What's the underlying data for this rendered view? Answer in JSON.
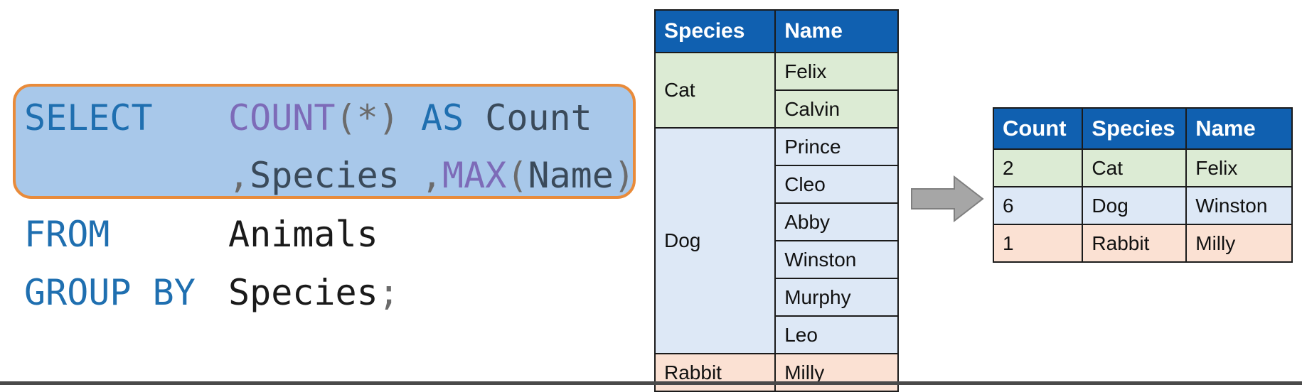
{
  "query": {
    "select_kw": "SELECT",
    "count_fn": "COUNT",
    "count_arg": "(*)",
    "as_kw": "AS",
    "count_alias": "Count",
    "comma1": ",",
    "species_col": "Species",
    "comma2": ",",
    "max_fn": "MAX",
    "max_open": "(",
    "max_arg": "Name",
    "max_close": ")",
    "from_kw": "FROM",
    "table_name": "Animals",
    "group_by_kw": "GROUP BY",
    "group_col": "Species",
    "semicolon": ";"
  },
  "source_table": {
    "headers": [
      "Species",
      "Name"
    ],
    "groups": [
      {
        "species": "Cat",
        "names": [
          "Felix",
          "Calvin"
        ],
        "color": "#dcebd4"
      },
      {
        "species": "Dog",
        "names": [
          "Prince",
          "Cleo",
          "Abby",
          "Winston",
          "Murphy",
          "Leo"
        ],
        "color": "#dde8f6"
      },
      {
        "species": "Rabbit",
        "names": [
          "Milly"
        ],
        "color": "#fbe1d3"
      }
    ]
  },
  "result_table": {
    "headers": [
      "Count",
      "Species",
      "Name"
    ],
    "rows": [
      {
        "count": "2",
        "species": "Cat",
        "name": "Felix",
        "color": "#dcebd4"
      },
      {
        "count": "6",
        "species": "Dog",
        "name": "Winston",
        "color": "#dde8f6"
      },
      {
        "count": "1",
        "species": "Rabbit",
        "name": "Milly",
        "color": "#fbe1d3"
      }
    ]
  },
  "colors": {
    "header_blue": "#1060b0",
    "highlight_fill": "#a8c8ea",
    "highlight_border": "#e98b3a",
    "keyword": "#1f6fb0",
    "function": "#7d6bb8"
  },
  "icons": {
    "arrow": "right-arrow-icon"
  }
}
